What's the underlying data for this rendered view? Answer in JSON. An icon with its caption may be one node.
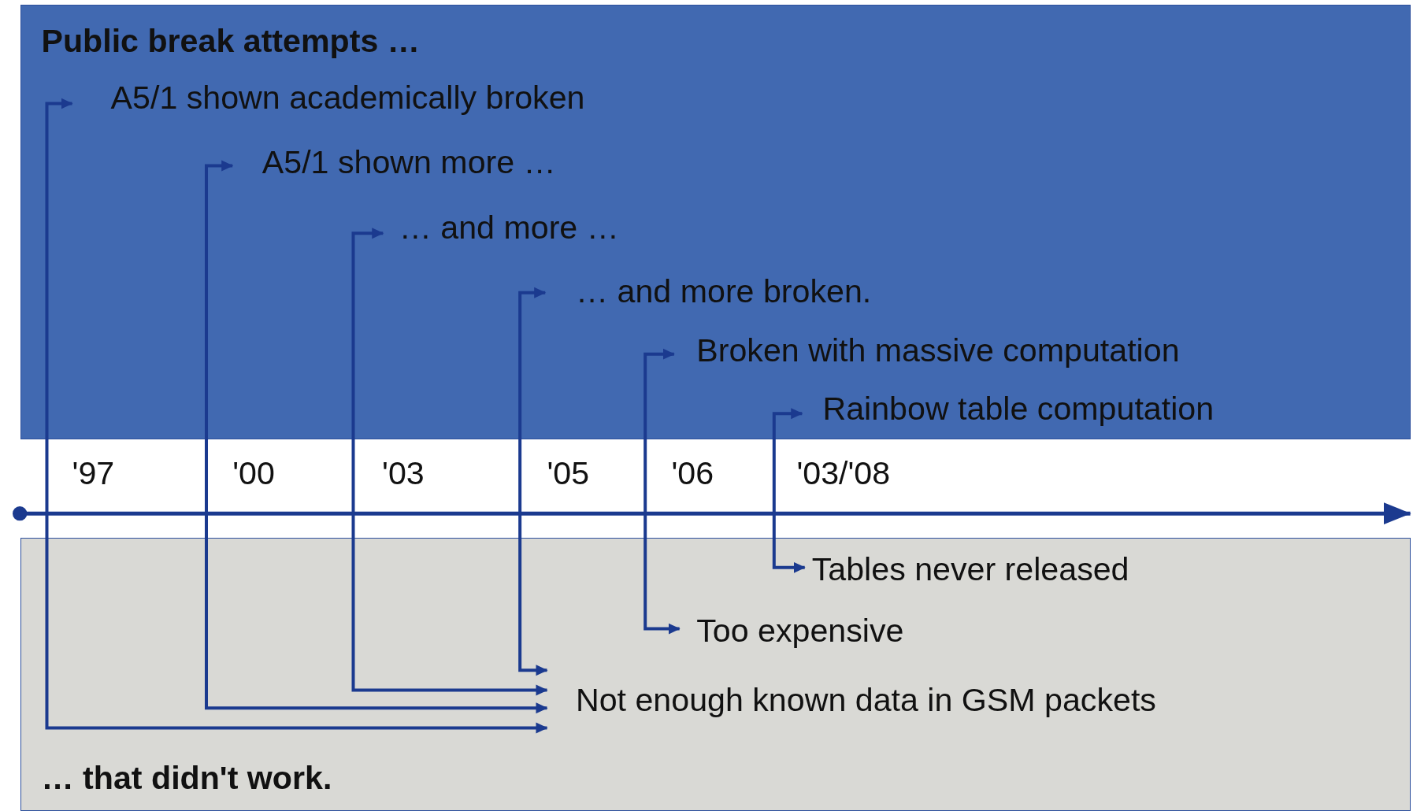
{
  "diagram": {
    "nodes": [
      {
        "text": [
          "Public break attempts …"
        ]
      },
      {
        "text": [
          "A5/1 shown academically broken"
        ],
        "in": 0
      },
      {
        "text": [
          "A5/1 shown more …"
        ],
        "in": 0
      },
      {
        "text": [
          "… and more …"
        ],
        "in": 0
      },
      {
        "text": [
          "… and more broken."
        ],
        "in": 0
      },
      {
        "text": [
          "Broken with massive computation"
        ],
        "in": 0
      },
      {
        "text": [
          "Rainbow table computation"
        ],
        "in": 0
      },
      {
        "text": [
          "… that didn't work."
        ]
      },
      {
        "text": [
          "Tables never released"
        ],
        "in": 7
      },
      {
        "text": [
          "Too expensive"
        ],
        "in": 7
      },
      {
        "text": [
          "Not enough known data in GSM packets"
        ],
        "in": 7
      }
    ],
    "edges": [
      {
        "from": 1,
        "to": 10,
        "arrow": "both"
      },
      {
        "from": 2,
        "to": 10,
        "arrow": "both"
      },
      {
        "from": 3,
        "to": 10,
        "arrow": "both"
      },
      {
        "from": 4,
        "to": 10,
        "arrow": "both"
      },
      {
        "from": 5,
        "to": 9,
        "arrow": "both"
      },
      {
        "from": 6,
        "to": 8,
        "arrow": "both"
      }
    ],
    "labels": [
      "'97",
      "'00",
      "'03",
      "'05",
      "'06",
      "'03/'08"
    ]
  }
}
